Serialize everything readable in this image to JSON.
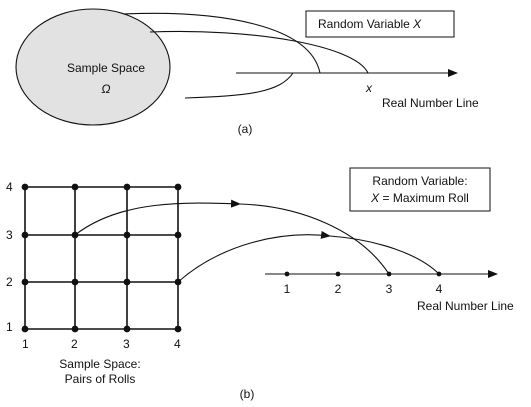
{
  "part_a": {
    "sample_space_label": "Sample Space",
    "omega_symbol": "Ω",
    "random_variable_label": "Random Variable ",
    "random_variable_symbol": "X",
    "x_marker": "x",
    "real_line_label": "Real Number Line",
    "caption": "(a)"
  },
  "part_b": {
    "grid_row_labels": [
      "4",
      "3",
      "2",
      "1"
    ],
    "grid_col_labels": [
      "1",
      "2",
      "3",
      "4"
    ],
    "sample_space_line1": "Sample Space:",
    "sample_space_line2": "Pairs of Rolls",
    "rv_line1": "Random Variable:",
    "rv_symbol": "X",
    "rv_line2_rest": " = Maximum Roll",
    "number_line_ticks": [
      "1",
      "2",
      "3",
      "4"
    ],
    "real_line_label": "Real Number Line",
    "caption": "(b)"
  },
  "colors": {
    "ellipse_fill": "#e2e2e2",
    "ink": "#111111"
  }
}
